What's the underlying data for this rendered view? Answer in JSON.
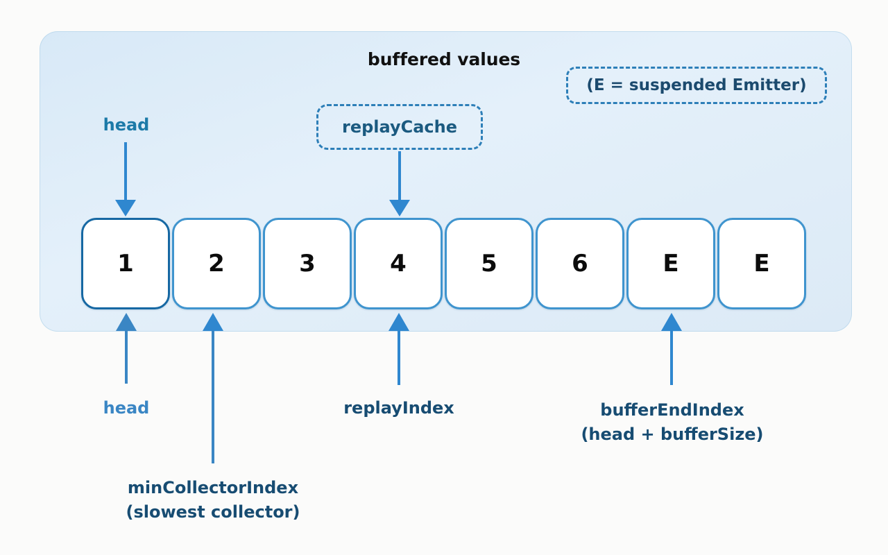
{
  "diagram": {
    "title": "buffered values",
    "legend": "(E = suspended Emitter)",
    "background_color": "#fbfbfa",
    "panel_color": "#dceaf6",
    "accent_color": "#2d7fb8",
    "cell_border_color": "#3f94ce",
    "head_cell_border_color": "#1668a3"
  },
  "annotations": {
    "replay_cache": "replayCache",
    "head_top": "head",
    "head_bottom": "head",
    "replay_index": "replayIndex",
    "buffer_end_index": "bufferEndIndex",
    "buffer_end_index_sub": "(head + bufferSize)",
    "min_collector_index": "minCollectorIndex",
    "min_collector_index_sub": "(slowest collector)"
  },
  "buffer": {
    "cells": [
      {
        "value": "1",
        "index": 0,
        "is_head": true
      },
      {
        "value": "2",
        "index": 1,
        "is_head": false
      },
      {
        "value": "3",
        "index": 2,
        "is_head": false
      },
      {
        "value": "4",
        "index": 3,
        "is_head": false
      },
      {
        "value": "5",
        "index": 4,
        "is_head": false
      },
      {
        "value": "6",
        "index": 5,
        "is_head": false
      },
      {
        "value": "E",
        "index": 6,
        "is_head": false
      },
      {
        "value": "E",
        "index": 7,
        "is_head": false
      }
    ]
  },
  "pointers": [
    {
      "name": "head-top",
      "label": "head",
      "target_cell_index": 0,
      "direction": "down"
    },
    {
      "name": "replay-cache",
      "label": "replayCache",
      "target_cell_index": 3,
      "direction": "down"
    },
    {
      "name": "head-bottom",
      "label": "head",
      "target_cell_index": 0,
      "direction": "up"
    },
    {
      "name": "min-collector-index",
      "label": "minCollectorIndex",
      "target_cell_index": 1,
      "direction": "up"
    },
    {
      "name": "replay-index",
      "label": "replayIndex",
      "target_cell_index": 3,
      "direction": "up"
    },
    {
      "name": "buffer-end-index",
      "label": "bufferEndIndex",
      "target_cell_index": 6,
      "direction": "up"
    }
  ]
}
